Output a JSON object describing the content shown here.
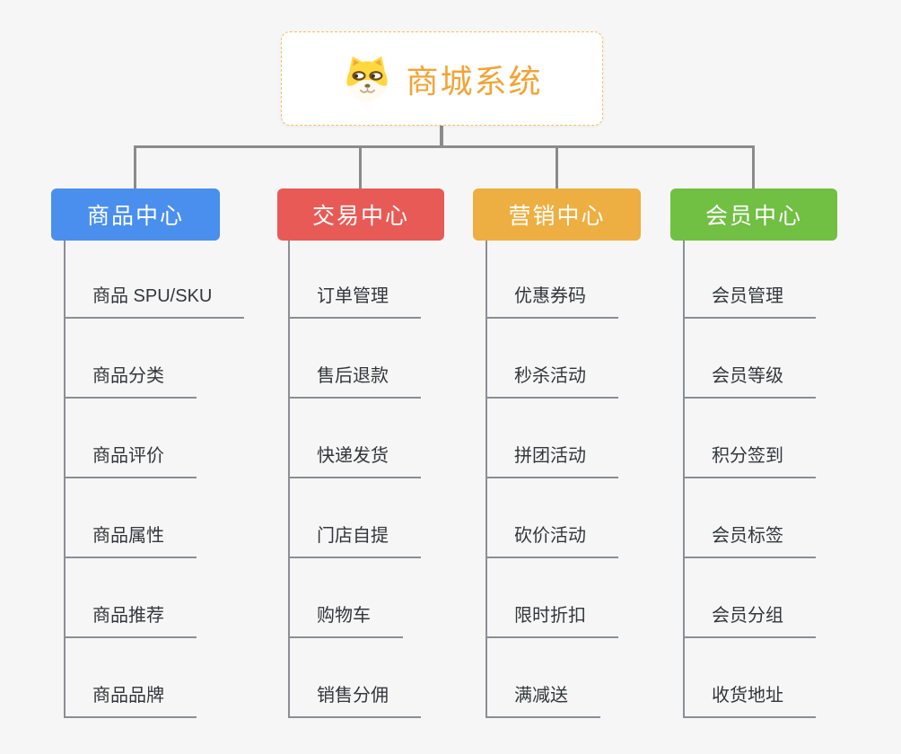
{
  "root": {
    "title": "商城系统",
    "icon": "shiba-dog-icon"
  },
  "branches": [
    {
      "label": "商品中心",
      "color": "#4a8fee",
      "children": [
        "商品 SPU/SKU",
        "商品分类",
        "商品评价",
        "商品属性",
        "商品推荐",
        "商品品牌"
      ]
    },
    {
      "label": "交易中心",
      "color": "#e85a55",
      "children": [
        "订单管理",
        "售后退款",
        "快递发货",
        "门店自提",
        "购物车",
        "销售分佣"
      ]
    },
    {
      "label": "营销中心",
      "color": "#edaf41",
      "children": [
        "优惠券码",
        "秒杀活动",
        "拼团活动",
        "砍价活动",
        "限时折扣",
        "满减送"
      ]
    },
    {
      "label": "会员中心",
      "color": "#71bf43",
      "children": [
        "会员管理",
        "会员等级",
        "积分签到",
        "会员标签",
        "会员分组",
        "收货地址"
      ]
    }
  ],
  "colors": {
    "background": "#f6f6f6",
    "root_border": "#f2c06b",
    "root_title": "#f0a437",
    "connector": "#8b8b8b",
    "leaf_line": "#8b8f94",
    "leaf_text": "#33363b"
  }
}
